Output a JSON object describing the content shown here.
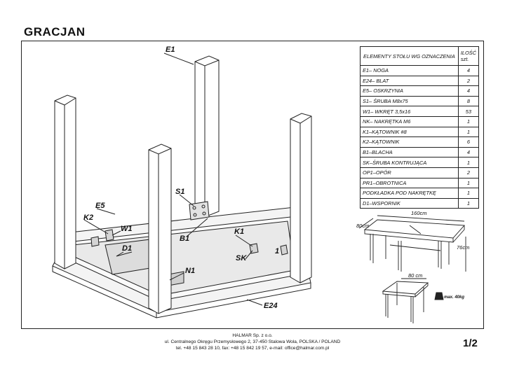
{
  "document": {
    "title": "GRACJAN",
    "page_number": "1/2"
  },
  "parts_table": {
    "header_name": "ELEMENTY STOŁU WG OZNACZENIA",
    "header_qty_line1": "ILOŚĆ",
    "header_qty_line2": "szt.",
    "rows": [
      {
        "name": "E1– NOGA",
        "qty": "4"
      },
      {
        "name": "E24– BLAT",
        "qty": "2"
      },
      {
        "name": "E5– OSKRZYNIA",
        "qty": "4"
      },
      {
        "name": "S1– ŚRUBA M8x75",
        "qty": "8"
      },
      {
        "name": "W1– WKRĘT 3,5x16",
        "qty": "53"
      },
      {
        "name": "NK– NAKRĘTKA M6",
        "qty": "1"
      },
      {
        "name": "K1–KĄTOWNIK #8",
        "qty": "1"
      },
      {
        "name": "K2–KĄTOWNIK",
        "qty": "6"
      },
      {
        "name": "B1–BLACHA",
        "qty": "4"
      },
      {
        "name": "SK–ŚRUBA KONTRUJĄCA",
        "qty": "1"
      },
      {
        "name": "OP1–OPÓR",
        "qty": "2"
      },
      {
        "name": "PR1–OBROTNICA",
        "qty": "1"
      },
      {
        "name": "PODKŁADKA POD NAKRĘTKĘ",
        "qty": "1"
      },
      {
        "name": "D1–WSPORNIK",
        "qty": "1"
      }
    ]
  },
  "drawing_labels": {
    "e1": "E1",
    "e5": "E5",
    "k2": "K2",
    "w1": "W1",
    "d1": "D1",
    "s1": "S1",
    "b1": "B1",
    "k1": "K1",
    "sk": "SK",
    "n1": "N1",
    "e24": "E24",
    "one": "1"
  },
  "dimensions": {
    "length": "160cm",
    "depth": "80cm",
    "height": "76cm",
    "folded_depth": "80 cm",
    "max_load": "max. 40kg"
  },
  "footer": {
    "company": "HALMAR Sp. z o.o.",
    "address": "ul. Centralnego Okręgu Przemysłowego 2, 37-450 Stalowa Wola, POLSKA / POLAND",
    "contact": "tel. +48 15 843 28 10, fax: +48 15 842 19 57, e-mail: office@halmar.com.pl"
  }
}
